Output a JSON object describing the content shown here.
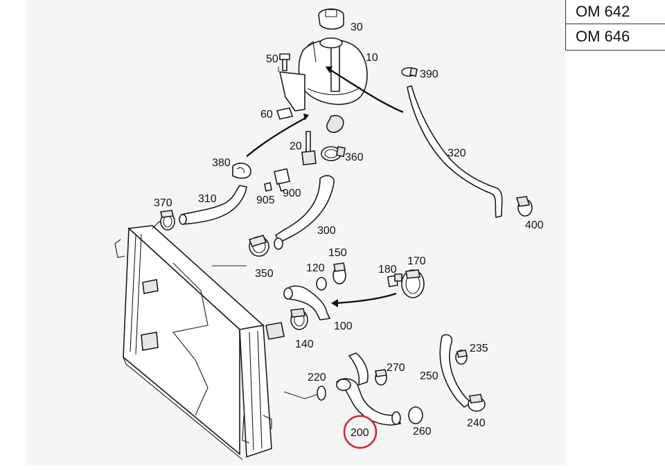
{
  "engine_variants": [
    "OM 642",
    "OM 646"
  ],
  "highlight_color": "#d9262c",
  "callouts": {
    "p10": "10",
    "p20": "20",
    "p30": "30",
    "p50": "50",
    "p60": "60",
    "p100": "100",
    "p120": "120",
    "p140": "140",
    "p150": "150",
    "p170": "170",
    "p180": "180",
    "p200": "200",
    "p220": "220",
    "p235": "235",
    "p240": "240",
    "p250": "250",
    "p260": "260",
    "p270": "270",
    "p300": "300",
    "p310": "310",
    "p320": "320",
    "p350": "350",
    "p360": "360",
    "p370": "370",
    "p380": "380",
    "p390": "390",
    "p400": "400",
    "p900": "900",
    "p905": "905"
  },
  "highlighted_part": "200"
}
